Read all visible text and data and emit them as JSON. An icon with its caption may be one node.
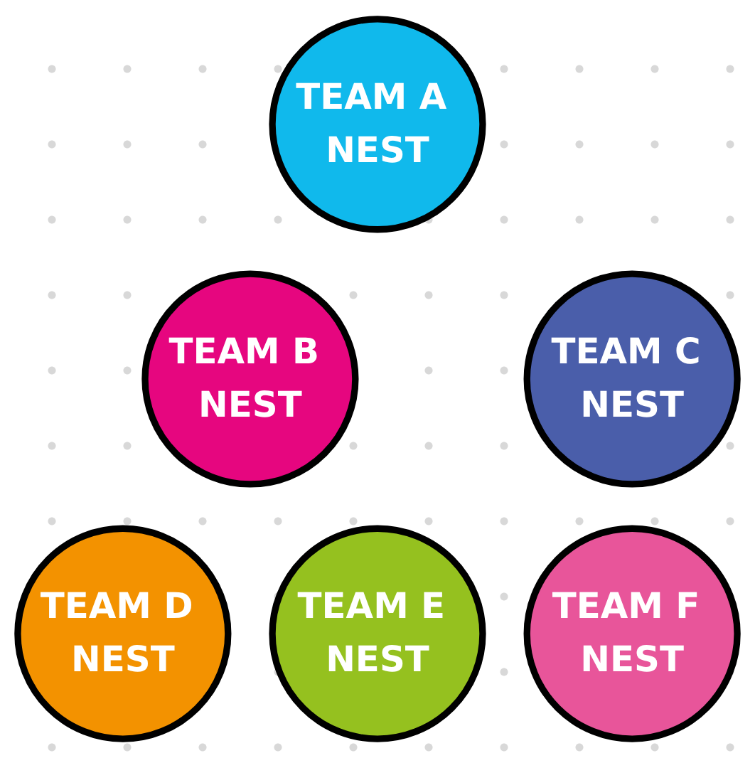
{
  "diagram": {
    "nodes": [
      {
        "text": [
          "TEAM A NEST"
        ]
      },
      {
        "text": [
          "TEAM B NEST"
        ]
      },
      {
        "text": [
          "TEAM C NEST"
        ]
      },
      {
        "text": [
          "TEAM D NEST"
        ]
      },
      {
        "text": [
          "TEAM E NEST"
        ]
      },
      {
        "text": [
          "TEAM F NEST"
        ]
      }
    ],
    "edges": []
  }
}
